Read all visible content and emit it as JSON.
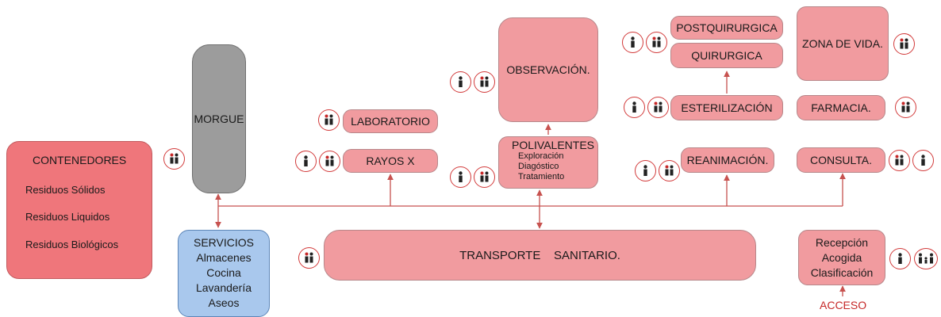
{
  "nodes": {
    "contenedores": {
      "title": "CONTENEDORES",
      "items": [
        "Residuos Sólidos",
        "Residuos Liquidos",
        "Residuos Biológicos"
      ]
    },
    "morgue": "MORGUE",
    "servicios": {
      "title": "SERVICIOS",
      "items": [
        "Almacenes",
        "Cocina",
        "Lavandería",
        "Aseos"
      ]
    },
    "laboratorio": "LABORATORIO",
    "rayos_x": "RAYOS X",
    "transporte": "TRANSPORTE    SANITARIO.",
    "observacion": "OBSERVACIÓN.",
    "polivalentes": {
      "title": "POLIVALENTES",
      "items": [
        "Exploración",
        "Diagóstico",
        "Tratamiento"
      ]
    },
    "postquirurgica": "POSTQUIRURGICA",
    "quirurgica": "QUIRURGICA",
    "esterilizacion": "ESTERILIZACIÓN",
    "reanimacion": "REANIMACIÓN.",
    "zona_vida": "ZONA DE VIDA.",
    "farmacia": "FARMACIA.",
    "consulta": "CONSULTA.",
    "recepcion": {
      "items": [
        "Recepción",
        "Acogida",
        "Clasificación"
      ]
    },
    "acceso": "ACCESO"
  },
  "icons": {
    "single": "person-icon",
    "pair": "couple-icon",
    "family": "family-icon"
  },
  "colors": {
    "pink_box": "#f19b9f",
    "red_box": "#ef767b",
    "gray_box": "#9c9c9c",
    "blue_box": "#a9c8ed",
    "connector": "#c7524f",
    "icon_ring": "#d23a3a",
    "access_text": "#c62828"
  }
}
